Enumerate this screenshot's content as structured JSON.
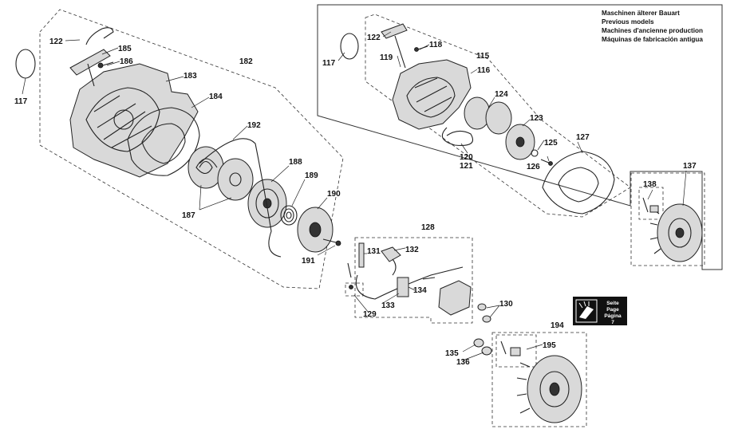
{
  "legend": {
    "lines": [
      "Maschinen älterer Bauart",
      "Previous models",
      "Machines d'ancienne production",
      "Máquinas de fabricación antigua"
    ]
  },
  "page_ref": {
    "lines": [
      "Seite",
      "Page",
      "Página",
      "7"
    ],
    "icon": "chainsaw-book-icon"
  },
  "callouts": [
    {
      "id": "c122a",
      "text": "122"
    },
    {
      "id": "c185",
      "text": "185"
    },
    {
      "id": "c186",
      "text": "186"
    },
    {
      "id": "c117a",
      "text": "117"
    },
    {
      "id": "c182",
      "text": "182"
    },
    {
      "id": "c183",
      "text": "183"
    },
    {
      "id": "c184",
      "text": "184"
    },
    {
      "id": "c192",
      "text": "192"
    },
    {
      "id": "c188",
      "text": "188"
    },
    {
      "id": "c189",
      "text": "189"
    },
    {
      "id": "c190",
      "text": "190"
    },
    {
      "id": "c187",
      "text": "187"
    },
    {
      "id": "c191",
      "text": "191"
    },
    {
      "id": "c122b",
      "text": "122"
    },
    {
      "id": "c118",
      "text": "118"
    },
    {
      "id": "c117b",
      "text": "117"
    },
    {
      "id": "c119",
      "text": "119"
    },
    {
      "id": "c115",
      "text": "115"
    },
    {
      "id": "c116",
      "text": "116"
    },
    {
      "id": "c124",
      "text": "124"
    },
    {
      "id": "c123",
      "text": "123"
    },
    {
      "id": "c125",
      "text": "125"
    },
    {
      "id": "c120",
      "text": "120"
    },
    {
      "id": "c121",
      "text": "121"
    },
    {
      "id": "c126",
      "text": "126"
    },
    {
      "id": "c127",
      "text": "127"
    },
    {
      "id": "c137",
      "text": "137"
    },
    {
      "id": "c138",
      "text": "138"
    },
    {
      "id": "c128",
      "text": "128"
    },
    {
      "id": "c131",
      "text": "131"
    },
    {
      "id": "c132",
      "text": "132"
    },
    {
      "id": "c134",
      "text": "134"
    },
    {
      "id": "c133",
      "text": "133"
    },
    {
      "id": "c129",
      "text": "129"
    },
    {
      "id": "c130",
      "text": "130"
    },
    {
      "id": "c194",
      "text": "194"
    },
    {
      "id": "c195",
      "text": "195"
    },
    {
      "id": "c135",
      "text": "135"
    },
    {
      "id": "c136",
      "text": "136"
    }
  ]
}
